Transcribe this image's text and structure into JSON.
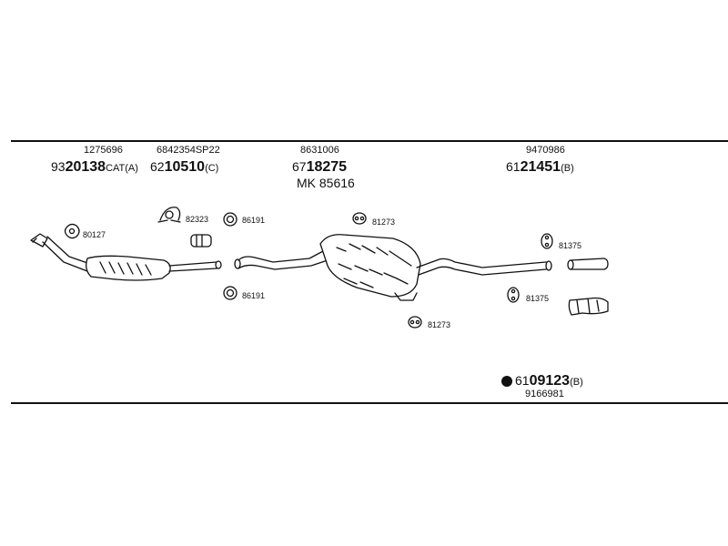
{
  "parts": {
    "cat": {
      "code": "1275696",
      "prefix": "93",
      "main": "20138",
      "suffix": "CAT(A)"
    },
    "front": {
      "code": "6842354SP22",
      "prefix": "62",
      "main": "10510",
      "suffix": "(C)"
    },
    "middle": {
      "code": "8631006",
      "prefix": "67",
      "main": "18275",
      "mk": "MK 85616"
    },
    "rear": {
      "code": "9470986",
      "prefix": "61",
      "main": "21451",
      "suffix": "(B)"
    },
    "kit": {
      "prefix": "61",
      "main": "09123",
      "suffix": "(B)",
      "code": "9166981"
    }
  },
  "hardware": {
    "h80127": "80127",
    "h82323": "82323",
    "h86191a": "86191",
    "h86191b": "86191",
    "h81273a": "81273",
    "h81273b": "81273",
    "h81375a": "81375",
    "h81375b": "81375"
  },
  "colors": {
    "line": "#111111",
    "background": "#ffffff"
  }
}
